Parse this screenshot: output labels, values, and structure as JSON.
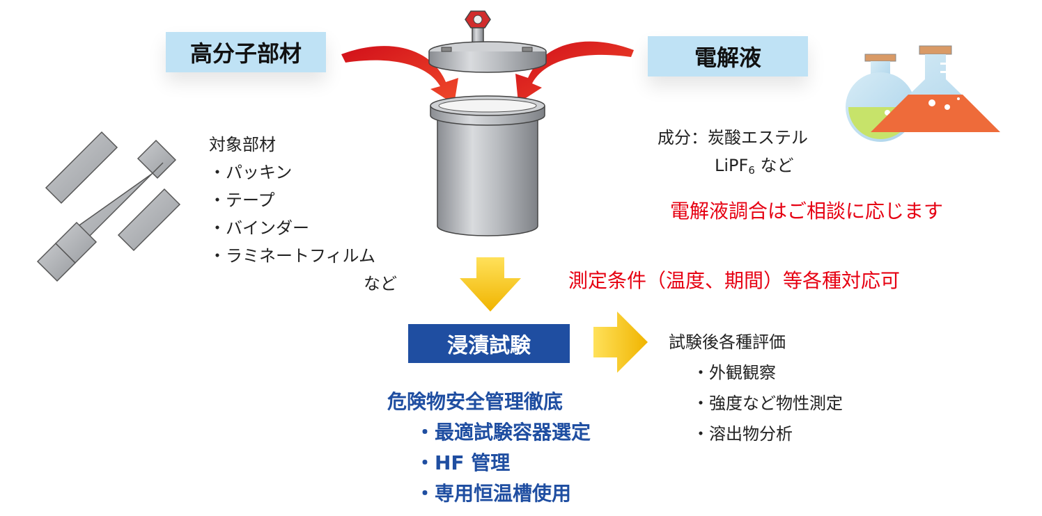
{
  "polymer_label": "高分子部材",
  "electrolyte_label": "電解液",
  "materials": {
    "heading": "対象部材",
    "items": [
      "・パッキン",
      "・テープ",
      "・バインダー",
      "・ラミネートフィルム"
    ],
    "tail": "など"
  },
  "components": {
    "prefix": "成分：",
    "line1": "炭酸エステル",
    "line2_main": "LiPF",
    "line2_sub": "6",
    "line2_tail": " など"
  },
  "consult_text": "電解液調合はご相談に応じます",
  "conditions_text": "測定条件（温度、期間）等各種対応可",
  "test_label": "浸漬試験",
  "safety": {
    "heading": "危険物安全管理徹底",
    "items": [
      "・最適試験容器選定",
      "・HF 管理",
      "・専用恒温槽使用"
    ]
  },
  "evaluation": {
    "heading": "試験後各種評価",
    "items": [
      "・外観観察",
      "・強度など物性測定",
      "・溶出物分析"
    ]
  },
  "colors": {
    "label_bg": "#bfe2f5",
    "accent_red": "#e60012",
    "accent_blue": "#1f4ea1",
    "arrow_yellow": "#f5c500"
  },
  "icons": [
    "polymer-parts-icon",
    "pressure-vessel-icon",
    "flask-icon",
    "arrow-down-icon",
    "arrow-right-icon",
    "curved-arrow-icon"
  ]
}
